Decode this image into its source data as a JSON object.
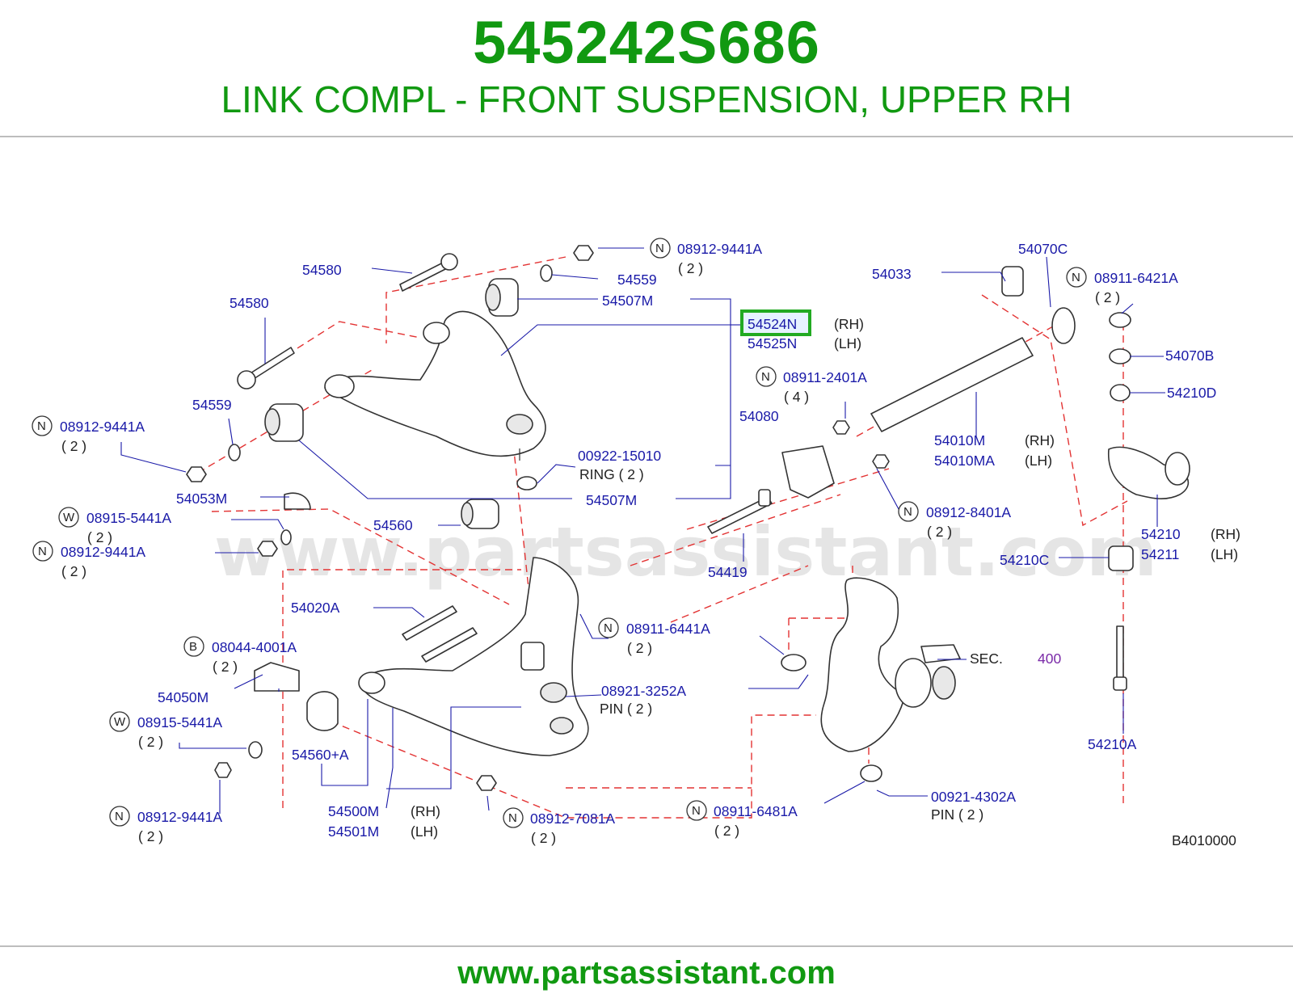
{
  "header": {
    "part_number": "545242S686",
    "description": "LINK COMPL - FRONT SUSPENSION, UPPER RH"
  },
  "footer": {
    "url": "www.partsassistant.com"
  },
  "watermark": "www.partsassistant.com",
  "diagram": {
    "code": "B4010000",
    "highlight_color": "#22aa22",
    "labels": {
      "l54580a": "54580",
      "l54580b": "54580",
      "l54559a": "54559",
      "l54559b": "54559",
      "l54507Ma": "54507M",
      "l54507Mb": "54507M",
      "l54524N": "54524N",
      "l54525N": "54525N",
      "rh1": "(RH)",
      "lh1": "(LH)",
      "n1": "08912-9441A",
      "n1q": "( 2 )",
      "n2": "08912-9441A",
      "n2q": "( 2 )",
      "n3": "08911-2401A",
      "n3q": "( 4 )",
      "l54080": "54080",
      "l00922": "00922-15010",
      "ring": "RING  ( 2 )",
      "l54053M": "54053M",
      "w1": "08915-5441A",
      "w1q": "( 2 )",
      "n4": "08912-9441A",
      "n4q": "( 2 )",
      "l54560": "54560",
      "l54419": "54419",
      "n5": "08912-8401A",
      "n5q": "( 2 )",
      "l54033": "54033",
      "l54070C": "54070C",
      "n6": "08911-6421A",
      "n6q": "( 2 )",
      "l54070B": "54070B",
      "l54210D": "54210D",
      "l54010M": "54010M",
      "l54010MA": "54010MA",
      "rh2": "(RH)",
      "lh2": "(LH)",
      "l54210": "54210",
      "l54211": "54211",
      "rh3": "(RH)",
      "lh3": "(LH)",
      "l54210C": "54210C",
      "l54020A": "54020A",
      "n7": "08911-6441A",
      "n7q": "( 2 )",
      "b1": "08044-4001A",
      "b1q": "( 2 )",
      "l54050M": "54050M",
      "l08921": "08921-3252A",
      "pin1": "PIN   ( 2 )",
      "sec": "SEC.",
      "sec_num": "400",
      "w2": "08915-5441A",
      "w2q": "( 2 )",
      "l54560A": "54560+A",
      "l54210A": "54210A",
      "n8": "08912-9441A",
      "n8q": "( 2 )",
      "l54500M": "54500M",
      "l54501M": "54501M",
      "rh4": "(RH)",
      "lh4": "(LH)",
      "n9": "08912-7081A",
      "n9q": "( 2 )",
      "n10": "08911-6481A",
      "n10q": "( 2 )",
      "l00921": "00921-4302A",
      "pin2": "PIN  ( 2 )"
    },
    "prefix_markers": {
      "n": "N",
      "w": "W",
      "b": "B"
    }
  }
}
